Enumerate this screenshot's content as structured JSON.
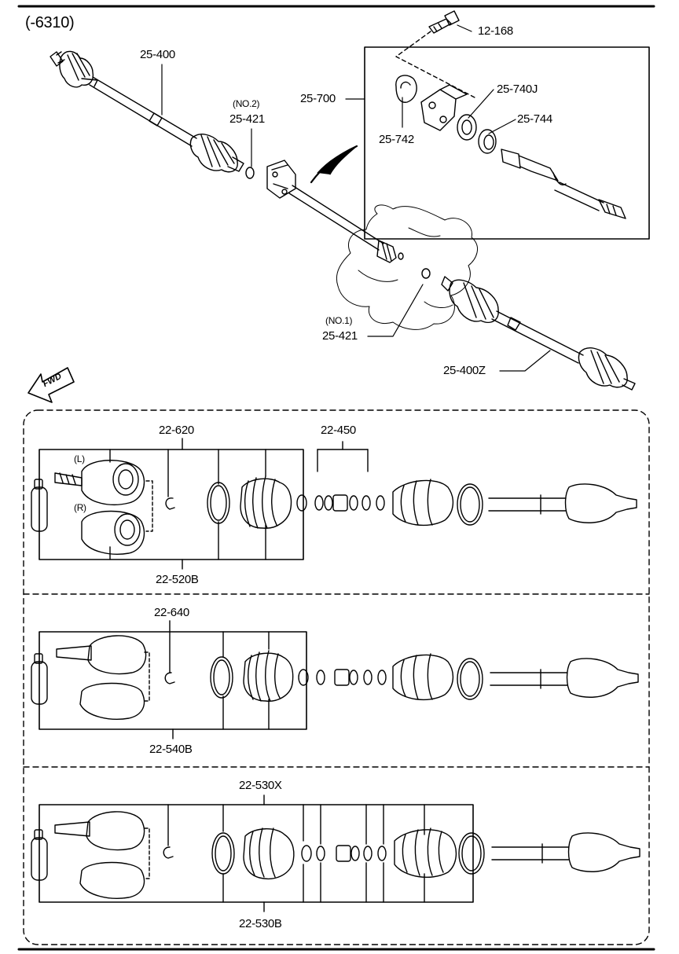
{
  "diagram": {
    "model_code": "(-6310)",
    "fwd_label": "FWD",
    "callouts": {
      "bolt": "12-168",
      "left_shaft": "25-400",
      "clip_no2_note": "(NO.2)",
      "clip_no2": "25-421",
      "bearing_assembly": "25-700",
      "bearing_bracket": "25-740J",
      "bearing": "25-744",
      "snap_ring": "25-742",
      "clip_no1_note": "(NO.1)",
      "clip_no1": "25-421",
      "right_shaft": "25-400Z"
    },
    "kits": [
      {
        "top_label": "22-620",
        "mid_label": "22-450",
        "bottom_label": "22-520B",
        "left_note": "(L)",
        "right_note": "(R)"
      },
      {
        "top_label": "22-640",
        "bottom_label": "22-540B"
      },
      {
        "top_label": "22-530X",
        "bottom_label": "22-530B"
      }
    ]
  }
}
